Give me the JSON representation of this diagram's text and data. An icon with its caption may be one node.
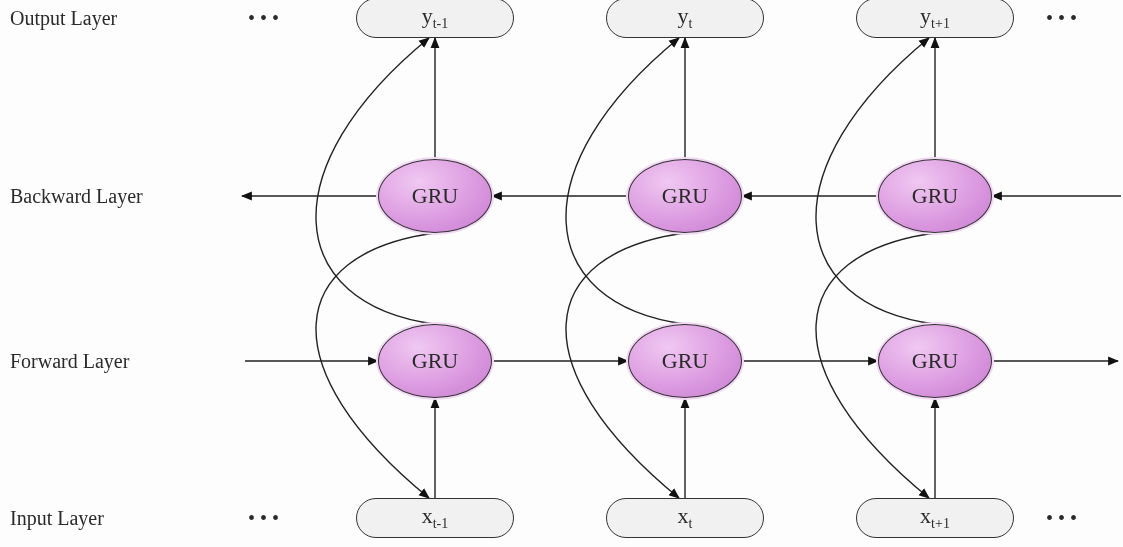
{
  "diagram": {
    "nodes": [
      {
        "text": [
          "y$_{t-1}$"
        ]
      },
      {
        "text": [
          "y$_{t}$"
        ]
      },
      {
        "text": [
          "y$_{t+1}$"
        ]
      },
      {
        "text": [
          "GRU"
        ]
      },
      {
        "text": [
          "GRU"
        ]
      },
      {
        "text": [
          "GRU"
        ]
      },
      {
        "text": [
          "GRU"
        ]
      },
      {
        "text": [
          "GRU"
        ]
      },
      {
        "text": [
          "GRU"
        ]
      },
      {
        "text": [
          "x$_{t-1}$"
        ]
      },
      {
        "text": [
          "x$_{t}$"
        ]
      },
      {
        "text": [
          "x$_{t+1}$"
        ]
      }
    ],
    "edges": [
      {
        "from": 9,
        "to": 6,
        "arrow": "to"
      },
      {
        "from": 10,
        "to": 7,
        "arrow": "to"
      },
      {
        "from": 11,
        "to": 8,
        "arrow": "to"
      },
      {
        "from": 3,
        "to": 0,
        "arrow": "to"
      },
      {
        "from": 4,
        "to": 1,
        "arrow": "to"
      },
      {
        "from": 5,
        "to": 2,
        "arrow": "to"
      },
      {
        "from": 6,
        "to": 0,
        "arrow": "to"
      },
      {
        "from": 7,
        "to": 1,
        "arrow": "to"
      },
      {
        "from": 8,
        "to": 2,
        "arrow": "to"
      },
      {
        "from": 3,
        "to": 9,
        "arrow": "to"
      },
      {
        "from": 4,
        "to": 10,
        "arrow": "to"
      },
      {
        "from": 5,
        "to": 11,
        "arrow": "to"
      },
      {
        "from": null,
        "to": 6,
        "arrow": "to"
      },
      {
        "from": 6,
        "to": 7,
        "arrow": "to"
      },
      {
        "from": 7,
        "to": 8,
        "arrow": "to"
      },
      {
        "from": 8,
        "to": null,
        "arrow": "to"
      },
      {
        "from": null,
        "to": 5,
        "arrow": "to"
      },
      {
        "from": 5,
        "to": 4,
        "arrow": "to"
      },
      {
        "from": 4,
        "to": 3,
        "arrow": "to"
      },
      {
        "from": 3,
        "to": null,
        "arrow": "to"
      }
    ],
    "labels": [
      "Output Layer",
      "• • •",
      "• • •",
      "Backward Layer",
      "Forward Layer",
      "Input Layer",
      "• • •",
      "• • •"
    ]
  }
}
